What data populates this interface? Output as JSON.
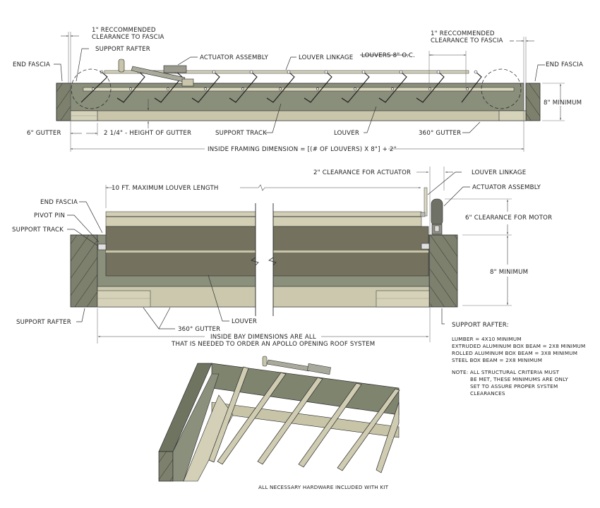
{
  "colors": {
    "frame_dark": "#7a7f6c",
    "frame_mid": "#8e937f",
    "gutter_light": "#cfccb3",
    "gutter_tan": "#c3c0a4",
    "louver_dark": "#74725f",
    "track_light": "#d8d5bc",
    "line": "#2a2a2a",
    "background": "#ffffff"
  },
  "top_section": {
    "labels": {
      "clearance_left_line1": "1\" RECCOMMENDED",
      "clearance_left_line2": "CLEARANCE TO FASCIA",
      "support_rafter": "SUPPORT RAFTER",
      "end_fascia_left": "END FASCIA",
      "actuator_assembly": "ACTUATOR ASSEMBLY",
      "louver_linkage": "LOUVER LINKAGE",
      "louvers_oc": "LOUVERS 8\" O.C.",
      "clearance_right_line1": "1\" RECCOMMENDED",
      "clearance_right_line2": "CLEARANCE TO FASCIA",
      "end_fascia_right": "END FASCIA",
      "eight_minimum": "8\" MINIMUM",
      "six_gutter": "6\" GUTTER",
      "height_of_gutter": "2 1/4\" - HEIGHT OF GUTTER",
      "support_track": "SUPPORT TRACK",
      "louver": "LOUVER",
      "gutter_360": "360° GUTTER",
      "inside_framing": "INSIDE FRAMING DIMENSION = [(# OF LOUVERS) X 8\"] + 2\""
    }
  },
  "middle_section": {
    "labels": {
      "max_louver_length": "10 FT. MAXIMUM LOUVER LENGTH",
      "end_fascia": "END FASCIA",
      "pivot_pin": "PIVOT PIN",
      "support_track": "SUPPORT TRACK",
      "support_rafter": "SUPPORT RAFTER",
      "gutter_360": "360° GUTTER",
      "louver": "LOUVER",
      "clearance_actuator": "2\" CLEARANCE FOR ACTUATOR",
      "louver_linkage": "LOUVER LINKAGE",
      "actuator_assembly": "ACTUATOR ASSEMBLY",
      "clearance_motor": "6\" CLEARANCE FOR MOTOR",
      "eight_minimum": "8\" MINIMUM",
      "inside_bay_line1": "INSIDE BAY DIMENSIONS ARE ALL",
      "inside_bay_line2": "THAT IS NEEDED TO ORDER AN APOLLO OPENING ROOF SYSTEM"
    }
  },
  "rafter_spec": {
    "title": "SUPPORT RAFTER:",
    "items": [
      "LUMBER = 4X10 MINIMUM",
      "EXTRUDED ALUMINUM BOX BEAM = 2X8 MINIMUM",
      "ROLLED ALUMINUM BOX BEAM = 3X8 MINIMUM",
      "STEEL BOX BEAM = 2X8 MINIMUM"
    ],
    "note_lines": [
      "NOTE: ALL STRUCTURAL CRITERIA MUST",
      "BE MET, THESE MINIMUMS ARE ONLY",
      "SET TO ASSURE PROPER SYSTEM",
      "CLEARANCES"
    ]
  },
  "isometric": {
    "caption": "ALL NECESSARY HARDWARE INCLUDED WITH KIT"
  }
}
